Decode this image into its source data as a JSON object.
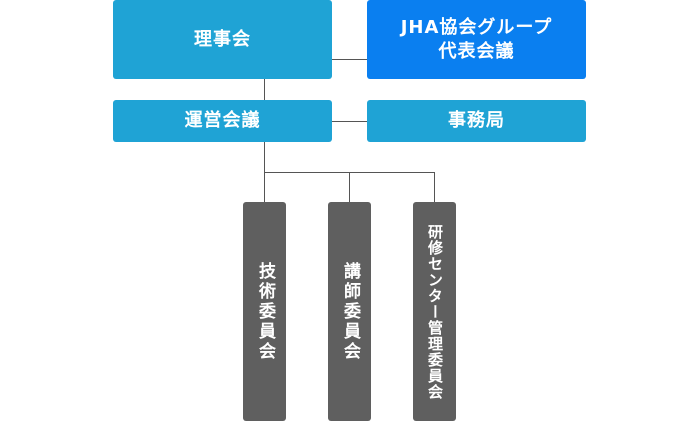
{
  "diagram": {
    "nodes": {
      "board": "理事会",
      "jha_group_line1": "JHA協会グループ",
      "jha_group_line2": "代表会議",
      "operations": "運営会議",
      "secretariat": "事務局",
      "technical_committee": "技術委員会",
      "instructor_committee": "講師委員会",
      "training_center_committee": "研修センター管理委員会"
    },
    "colors": {
      "primary": "#1fa3d5",
      "accent": "#0a7ff0",
      "dark": "#5f5f5f",
      "line": "#555555"
    }
  }
}
